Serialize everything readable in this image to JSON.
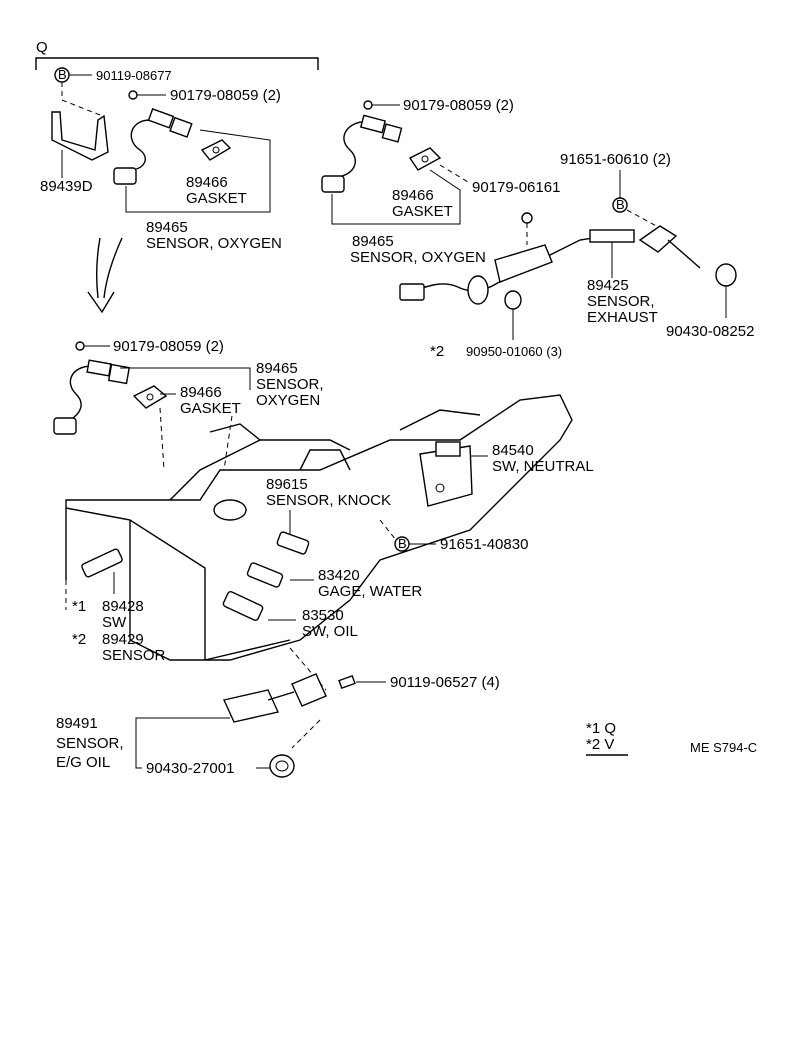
{
  "section_label": "Q",
  "group_q": {
    "bolt_callout": "90119-08677",
    "nut_callout": "90179-08059 (2)",
    "bracket_part": "89439D",
    "gasket_number": "89466",
    "gasket_name": "GASKET",
    "sensor_number": "89465",
    "sensor_name": "SENSOR, OXYGEN"
  },
  "group_exhaust": {
    "nut_callout": "90179-08059 (2)",
    "gasket_number": "89466",
    "gasket_name": "GASKET",
    "sensor_number": "89465",
    "sensor_name": "SENSOR, OXYGEN",
    "nut2_callout": "90179-06161",
    "bolt_callout": "91651-60610 (2)",
    "exhaust_number": "89425",
    "exhaust_name_1": "SENSOR,",
    "exhaust_name_2": "EXHAUST",
    "grommet_callout": "90950-01060 (3)",
    "grommet_mark": "*2",
    "washer_callout": "90430-08252"
  },
  "group_engine": {
    "nut_callout": "90179-08059 (2)",
    "sensor_number": "89465",
    "sensor_name_1": "SENSOR,",
    "sensor_name_2": "OXYGEN",
    "gasket_number": "89466",
    "gasket_name": "GASKET",
    "neutral_number": "84540",
    "neutral_name": "SW, NEUTRAL",
    "knock_number": "89615",
    "knock_name": "SENSOR, KNOCK",
    "bolt_callout": "91651-40830",
    "water_number": "83420",
    "water_name": "GAGE, WATER",
    "oil_sw_number": "83530",
    "oil_sw_name": "SW, OIL",
    "mark1": "*1",
    "sw_number": "89428",
    "sw_name": "SW",
    "mark2": "*2",
    "sensor2_number": "89429",
    "sensor2_name": "SENSOR",
    "oil_bolt_callout": "90119-06527 (4)",
    "oil_sensor_number": "89491",
    "oil_sensor_name_1": "SENSOR,",
    "oil_sensor_name_2": "E/G OIL",
    "oring_callout": "90430-27001"
  },
  "legend": {
    "line1": "*1 Q",
    "line2": "*2 V"
  },
  "drawing_code": "ME S794-C",
  "bolt_marker": "B"
}
